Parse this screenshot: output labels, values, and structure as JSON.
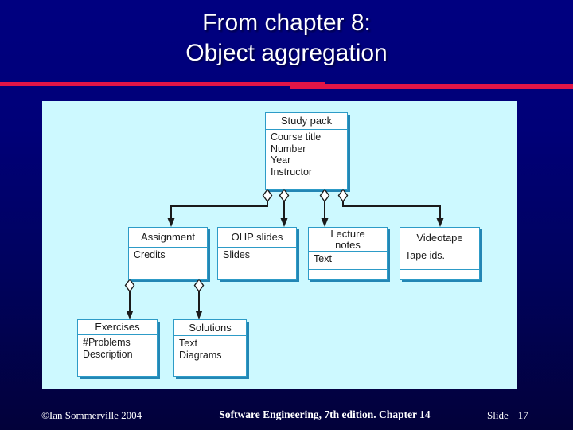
{
  "slide": {
    "title_line1": "From chapter 8:",
    "title_line2": "Object aggregation",
    "accent_color": "#e11547",
    "background_top_color": "#000080",
    "background_bottom_color": "#02013a"
  },
  "footer": {
    "copyright": "©Ian Sommerville 2004",
    "center_text": "Software Engineering, 7th edition. Chapter 14",
    "slide_label": "Slide",
    "slide_number": "17"
  },
  "diagram": {
    "panel_color": "#cdf9ff",
    "box_border_color": "#2d9bc7",
    "box_fill_color": "#ffffff",
    "connector_color": "#1a1a1a",
    "nodes": {
      "study_pack": {
        "title": "Study pack",
        "attrs": [
          "Course title",
          "Number",
          "Year",
          "Instructor"
        ]
      },
      "assignment": {
        "title": "Assignment",
        "attrs": [
          "Credits"
        ]
      },
      "ohp_slides": {
        "title": "OHP slides",
        "attrs": [
          "Slides"
        ]
      },
      "lecture_notes": {
        "title": "Lecture notes",
        "attrs": [
          "Text"
        ]
      },
      "videotape": {
        "title": "Videotape",
        "attrs": [
          "Tape ids."
        ]
      },
      "exercises": {
        "title": "Exercises",
        "attrs": [
          "#Problems",
          "Description"
        ]
      },
      "solutions": {
        "title": "Solutions",
        "attrs": [
          "Text",
          "Diagrams"
        ]
      }
    },
    "relationships": [
      {
        "from": "Study pack",
        "to": "Assignment",
        "type": "aggregation"
      },
      {
        "from": "Study pack",
        "to": "OHP slides",
        "type": "aggregation"
      },
      {
        "from": "Study pack",
        "to": "Lecture notes",
        "type": "aggregation"
      },
      {
        "from": "Study pack",
        "to": "Videotape",
        "type": "aggregation"
      },
      {
        "from": "Assignment",
        "to": "Exercises",
        "type": "aggregation"
      },
      {
        "from": "Assignment",
        "to": "Solutions",
        "type": "aggregation"
      }
    ]
  }
}
